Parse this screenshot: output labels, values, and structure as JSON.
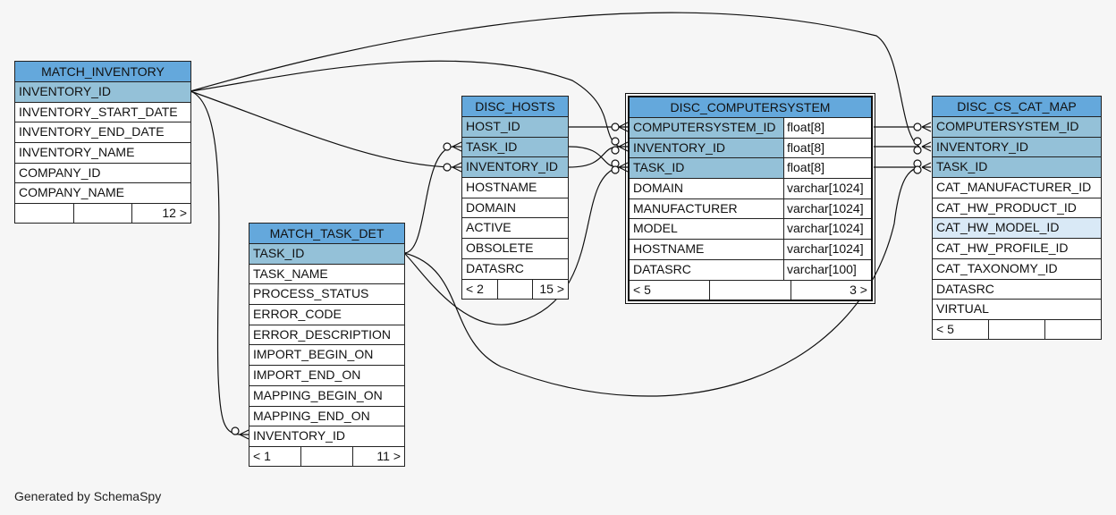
{
  "diagram": {
    "generated_by": "Generated by SchemaSpy",
    "line_color": "#111111",
    "header_color": "#64a8dc",
    "key_color": "#94c1d8",
    "tables": {
      "match_inventory": {
        "name": "MATCH_INVENTORY",
        "columns": [
          "INVENTORY_ID",
          "INVENTORY_START_DATE",
          "INVENTORY_END_DATE",
          "INVENTORY_NAME",
          "COMPANY_ID",
          "COMPANY_NAME"
        ],
        "footer": [
          "",
          "",
          "12 >"
        ]
      },
      "match_task_det": {
        "name": "MATCH_TASK_DET",
        "columns": [
          "TASK_ID",
          "TASK_NAME",
          "PROCESS_STATUS",
          "ERROR_CODE",
          "ERROR_DESCRIPTION",
          "IMPORT_BEGIN_ON",
          "IMPORT_END_ON",
          "MAPPING_BEGIN_ON",
          "MAPPING_END_ON",
          "INVENTORY_ID"
        ],
        "footer": [
          "< 1",
          "",
          "11 >"
        ]
      },
      "disc_hosts": {
        "name": "DISC_HOSTS",
        "columns": [
          "HOST_ID",
          "TASK_ID",
          "INVENTORY_ID",
          "HOSTNAME",
          "DOMAIN",
          "ACTIVE",
          "OBSOLETE",
          "DATASRC"
        ],
        "footer": [
          "< 2",
          "",
          "15 >"
        ]
      },
      "disc_computersystem": {
        "name": "DISC_COMPUTERSYSTEM",
        "columns": [
          {
            "name": "COMPUTERSYSTEM_ID",
            "type": "float[8]"
          },
          {
            "name": "INVENTORY_ID",
            "type": "float[8]"
          },
          {
            "name": "TASK_ID",
            "type": "float[8]"
          },
          {
            "name": "DOMAIN",
            "type": "varchar[1024]"
          },
          {
            "name": "MANUFACTURER",
            "type": "varchar[1024]"
          },
          {
            "name": "MODEL",
            "type": "varchar[1024]"
          },
          {
            "name": "HOSTNAME",
            "type": "varchar[1024]"
          },
          {
            "name": "DATASRC",
            "type": "varchar[100]"
          }
        ],
        "footer": [
          "< 5",
          "",
          "3 >"
        ]
      },
      "disc_cs_cat_map": {
        "name": "DISC_CS_CAT_MAP",
        "columns": [
          "COMPUTERSYSTEM_ID",
          "INVENTORY_ID",
          "TASK_ID",
          "CAT_MANUFACTURER_ID",
          "CAT_HW_PRODUCT_ID",
          "CAT_HW_MODEL_ID",
          "CAT_HW_PROFILE_ID",
          "CAT_TAXONOMY_ID",
          "DATASRC",
          "VIRTUAL"
        ],
        "footer": [
          "< 5",
          "",
          ""
        ]
      }
    }
  }
}
